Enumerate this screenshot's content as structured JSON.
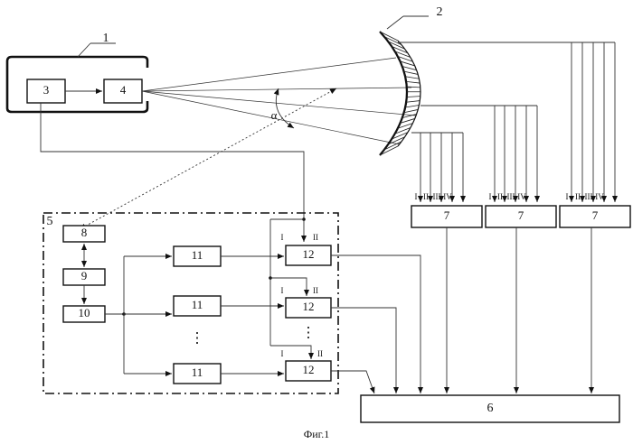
{
  "labels": {
    "label_1": "1",
    "label_2": "2",
    "block_3": "3",
    "block_4": "4",
    "label_5": "5",
    "block_6": "6",
    "block_7": "7",
    "block_8": "8",
    "block_9": "9",
    "block_10": "10",
    "block_11": "11",
    "block_12": "12",
    "alpha": "α",
    "dots": "⋮",
    "caption": "Фиг.1"
  },
  "roman": [
    "I",
    "II",
    "III",
    "IV"
  ],
  "input_i": "I",
  "input_ii": "II"
}
